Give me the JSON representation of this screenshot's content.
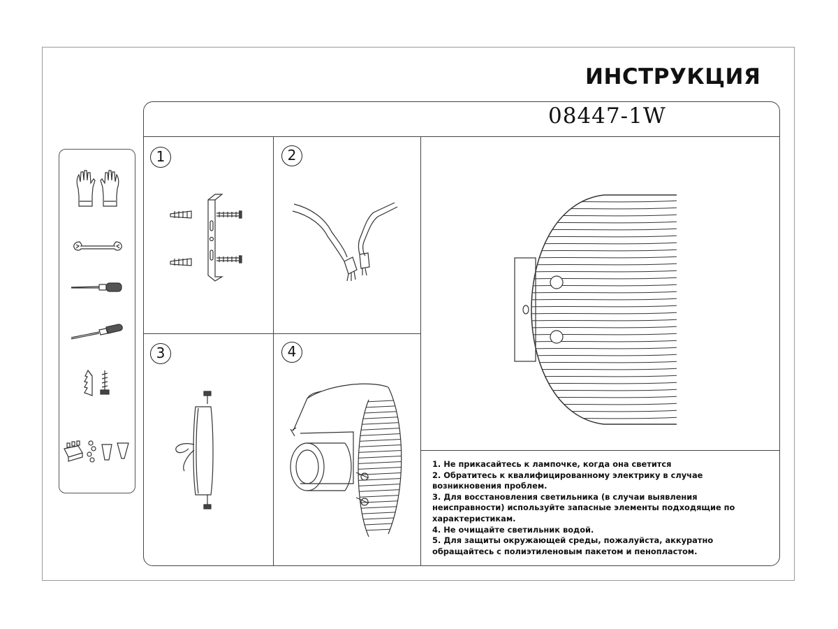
{
  "document": {
    "title": "ИНСТРУКЦИЯ",
    "model": "08447-1W"
  },
  "tools": [
    {
      "icon": "gloves-icon"
    },
    {
      "icon": "wrench-icon"
    },
    {
      "icon": "screwdriver-icon"
    },
    {
      "icon": "screwdriver-angled-icon"
    },
    {
      "icon": "anchor-screw-icon"
    },
    {
      "icon": "connector-kit-icon"
    }
  ],
  "steps": [
    {
      "label": "1",
      "icon": "bracket-mounting-icon"
    },
    {
      "label": "2",
      "icon": "wire-connection-icon"
    },
    {
      "label": "3",
      "icon": "base-plate-icon"
    },
    {
      "label": "4",
      "icon": "shade-assembly-icon"
    }
  ],
  "product": {
    "icon": "wall-lamp-side-view-icon"
  },
  "notes": [
    "1. Не прикасайтесь к лампочке, когда она светится",
    "2. Обратитесь к квалифицированному электрику в случае возникновения проблем.",
    "3. Для восстановления светильника (в случаи выявления неисправности) используйте запасные элементы подходящие по характеристикам.",
    "4. Не очищайте светильник водой.",
    "5. Для защиты окружающей среды, пожалуйста, аккуратно обращайтесь с полиэтиленовым пакетом и пенопластом."
  ]
}
